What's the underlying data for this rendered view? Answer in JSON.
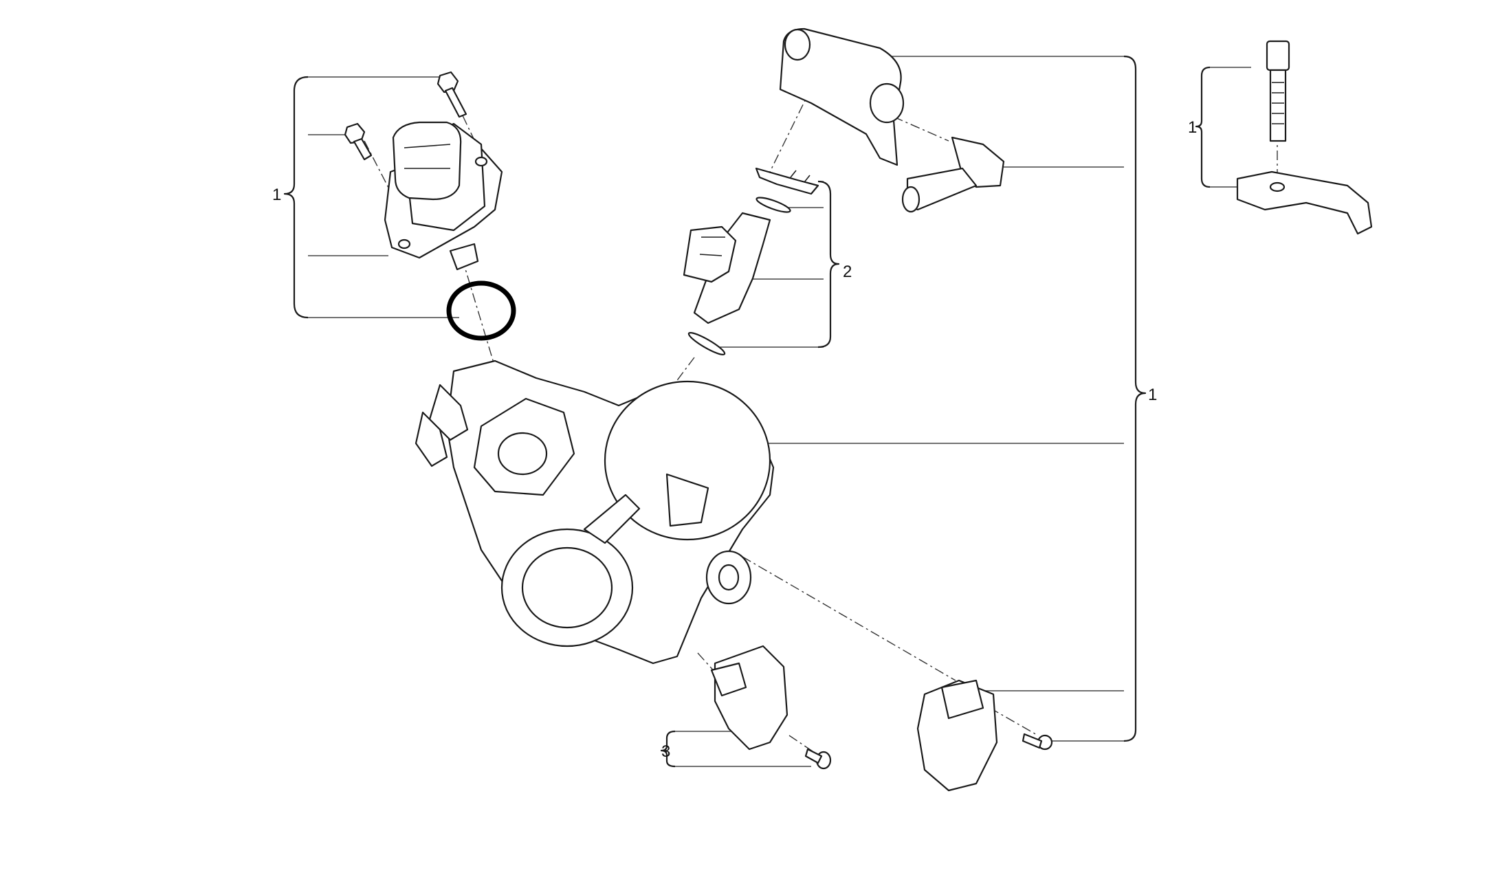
{
  "diagram": {
    "callouts": {
      "idle_valve_group": "1",
      "injector_group": "2",
      "tps_group": "3",
      "throttle_body_group": "1",
      "bracket_group": "1"
    }
  }
}
